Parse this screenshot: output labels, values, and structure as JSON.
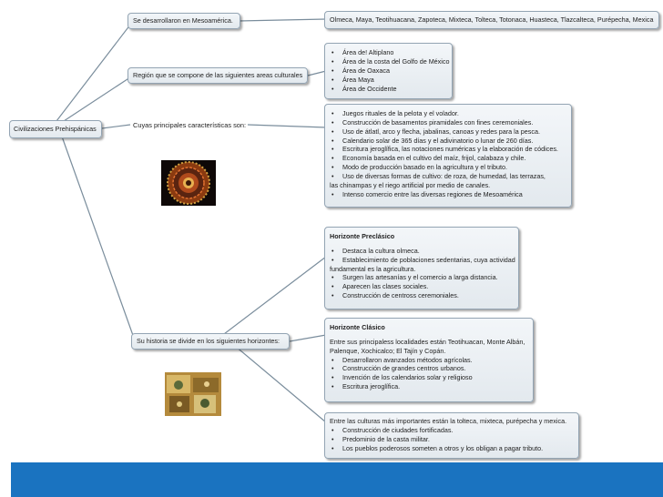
{
  "root": {
    "label": "Civilizaciones Prehispánicas"
  },
  "branches": {
    "mesoamerica": {
      "label": "Se desarrollaron en Mesoamérica.",
      "detail": "Olmeca, Maya, Teotihuacana, Zapoteca, Mixteca, Tolteca, Totonaca, Huasteca, Tlazcalteca, Purépecha, Mexica"
    },
    "regiones": {
      "label": "Región que se compone de las siguientes areas culturales",
      "items": [
        "Área de! Altiplano",
        "Área de la costa del Golfo de México",
        "Área de Oaxaca",
        "Área Maya",
        "Área de Occidente"
      ]
    },
    "caracteristicas": {
      "label": "Cuyas principales características son:",
      "items": [
        "Juegos rituales de la pelota y el volador.",
        "Construcción de basamentos piramidales con fines ceremoniales.",
        "Uso de átlatl, arco y flecha, jabalinas, canoas y redes para la pesca.",
        "Calendario solar de 365 días y el adivinatorio o lunar de 260 días.",
        "Escritura jeroglífica, las notaciones numéricas y la elaboración de códices.",
        "Economía basada en el cultivo del maíz, frijol, calabaza y chile.",
        "Modo de producción basado en la agricultura y el tributo.",
        "Uso de diversas formas de cultivo: de roza, de humedad, las terrazas,",
        "las chinampas y el riego artificial por medio de canales.",
        "Intenso comercio entre las diversas regiones de Mesoamérica"
      ]
    },
    "historia": {
      "label": "Su historia se divide en los siguientes horizontes:",
      "preclasico": {
        "title": "Horizonte Preclásico",
        "items": [
          "Destaca la cultura olmeca.",
          "Establecimiento de poblaciones sedentarias, cuya actividad",
          "fundamental es la agricultura.",
          "Surgen las artesanías y el comercio a larga distancia.",
          "Aparecen las clases sociales.",
          "Construcción de centross ceremoniales."
        ]
      },
      "clasico": {
        "title": "Horizonte Clásico",
        "intro": "Entre sus principaless localidades están Teotihuacan, Monte Albán, Palenque, Xochicalco; El Tajín y Copán.",
        "items": [
          "Desarrollaron avanzados métodos agrícolas.",
          "Construcción de grandes centros urbanos.",
          "Invención de los calendarios solar y religioso",
          "Escritura jeroglífica."
        ]
      },
      "posclasico": {
        "intro": "Entre las culturas más importantes están la tolteca, mixteca, purépecha y mexica.",
        "items": [
          "Construcción de ciudades fortificadas.",
          "Predominio de la casta militar.",
          "Los pueblos poderosos someten a otros y los obligan a pagar tributo."
        ]
      }
    }
  },
  "colors": {
    "footer": "#1a73c0",
    "connector": "#7a8d9c",
    "node_border": "#93a4b3"
  },
  "images": [
    "aztec-calendar-stone",
    "golden-codex-artwork"
  ]
}
